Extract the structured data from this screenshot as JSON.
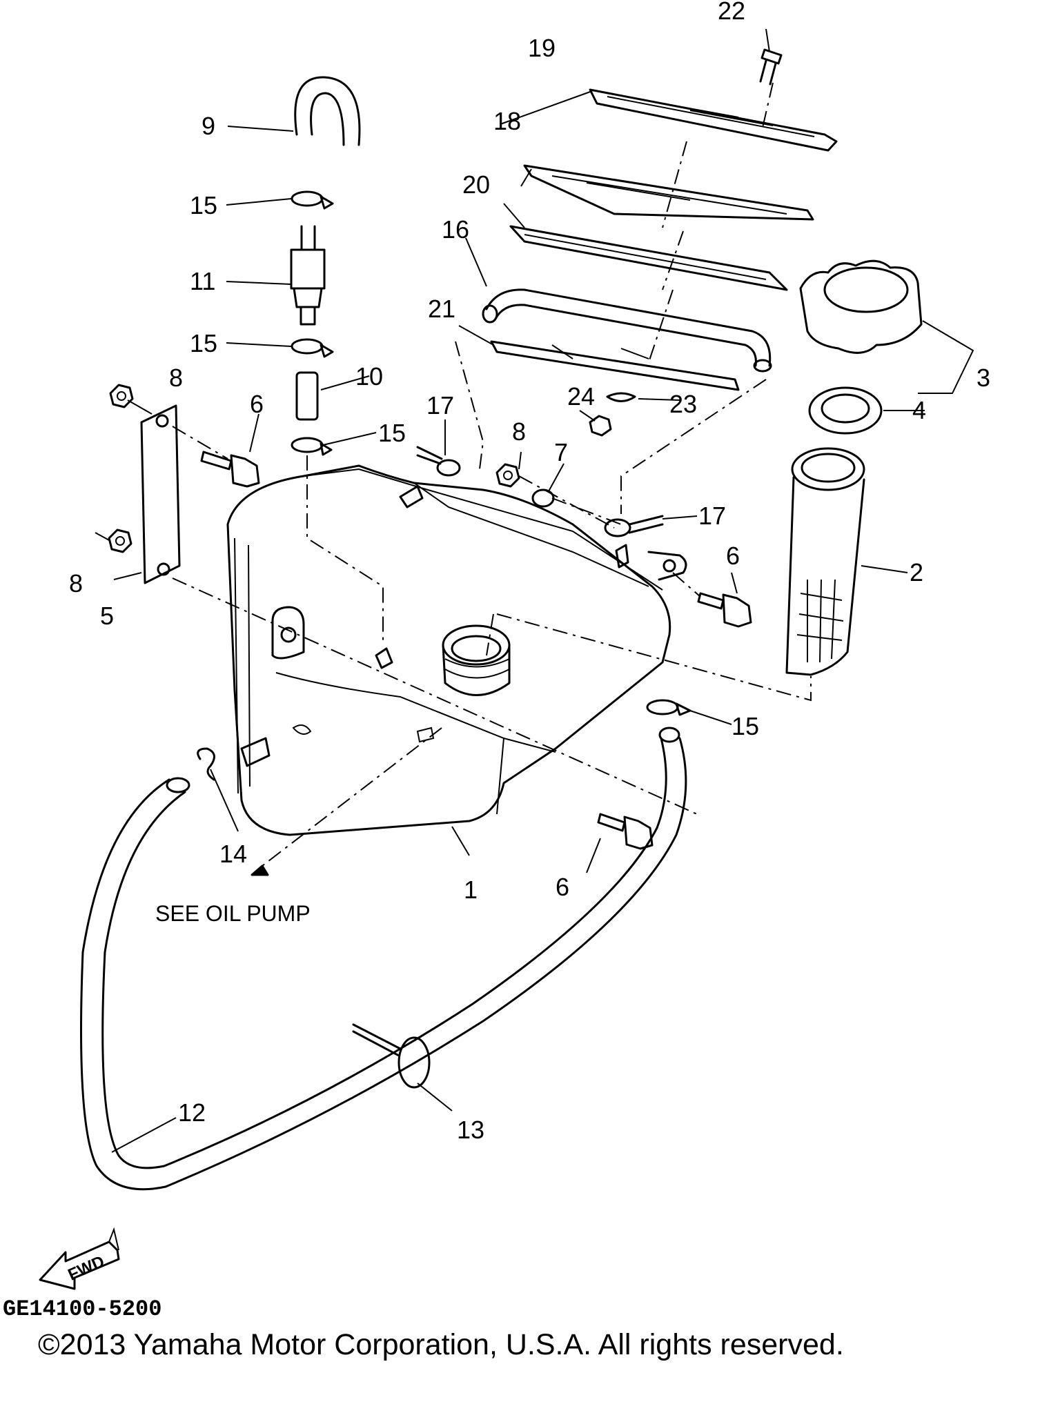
{
  "diagram": {
    "callouts": {
      "c1": "1",
      "c2": "2",
      "c3": "3",
      "c4": "4",
      "c5": "5",
      "c6a": "6",
      "c6b": "6",
      "c6c": "6",
      "c7": "7",
      "c8a": "8",
      "c8b": "8",
      "c8c": "8",
      "c9": "9",
      "c10": "10",
      "c11": "11",
      "c12": "12",
      "c13": "13",
      "c14": "14",
      "c15a": "15",
      "c15b": "15",
      "c15c": "15",
      "c15d": "15",
      "c16": "16",
      "c17a": "17",
      "c17b": "17",
      "c18": "18",
      "c19": "19",
      "c20": "20",
      "c21": "21",
      "c22": "22",
      "c23": "23",
      "c24": "24"
    },
    "see_note": "SEE OIL PUMP",
    "fwd_label": "FWD",
    "drawing_code": "GE14100-5200",
    "copyright": "©2013 Yamaha Motor Corporation, U.S.A. All rights reserved."
  }
}
